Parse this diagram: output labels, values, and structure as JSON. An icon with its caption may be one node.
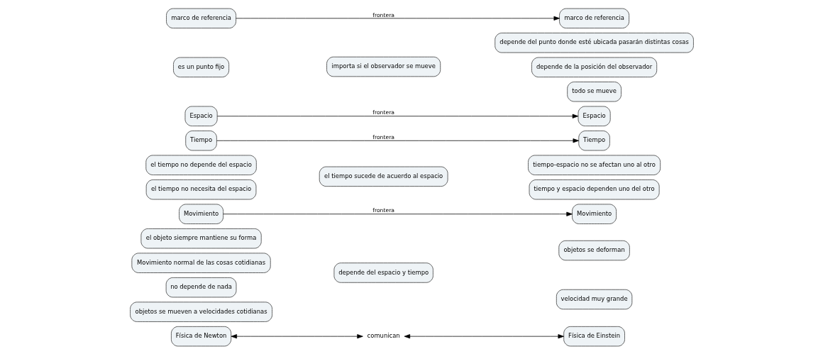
{
  "diagram": {
    "nodes": [
      {
        "text": [
          "Física de Newton"
        ]
      },
      {
        "text": [
          "comunican"
        ]
      },
      {
        "text": [
          "Física de Einstein"
        ]
      },
      {
        "text": [
          "objetos se mueven a velocidades cotidianas"
        ]
      },
      {
        "text": [
          "depende del espacio y tiempo"
        ]
      },
      {
        "text": [
          "no depende de nada"
        ]
      },
      {
        "text": [
          "velocidad muy grande"
        ]
      },
      {
        "text": [
          "Movimiento normal de las cosas cotidianas"
        ]
      },
      {
        "text": [
          "objetos se deforman"
        ]
      },
      {
        "text": [
          "el objeto siempre mantiene su forma"
        ]
      },
      {
        "text": [
          "Movimiento"
        ]
      },
      {
        "text": [
          "Movimiento"
        ]
      },
      {
        "text": [
          "el tiempo no necesita del espacio"
        ]
      },
      {
        "text": [
          "el tiempo sucede de acuerdo al espacio"
        ]
      },
      {
        "text": [
          "tiempo y espacio dependen uno del otro"
        ]
      },
      {
        "text": [
          "tiempo-espacio no se afectan uno al otro"
        ]
      },
      {
        "text": [
          "el tiempo no depende del espacio"
        ]
      },
      {
        "text": [
          "Tiempo"
        ]
      },
      {
        "text": [
          "Tiempo"
        ]
      },
      {
        "text": [
          "Espacio"
        ]
      },
      {
        "text": [
          "Espacio"
        ]
      },
      {
        "text": [
          "importa si el observador se mueve"
        ]
      },
      {
        "text": [
          "todo se mueve"
        ]
      },
      {
        "text": [
          "depende de la posición del observador"
        ]
      },
      {
        "text": [
          "es un punto fijo"
        ]
      },
      {
        "text": [
          "depende del punto donde esté ubicada pasarán distintas cosas"
        ]
      },
      {
        "text": [
          "marco de referencia"
        ]
      },
      {
        "text": [
          "marco de referencia"
        ]
      }
    ],
    "edges": [
      {
        "from": 0,
        "to": 1,
        "arrow": "both"
      },
      {
        "from": 1,
        "to": 2,
        "arrow": "both"
      },
      {
        "from": 10,
        "to": 11,
        "arrow": "to",
        "label": "frontera"
      },
      {
        "from": 17,
        "to": 18,
        "arrow": "to",
        "label": "frontera"
      },
      {
        "from": 19,
        "to": 20,
        "arrow": "to",
        "label": "frontera"
      },
      {
        "from": 26,
        "to": 27,
        "arrow": "to",
        "label": "frontera"
      }
    ]
  }
}
